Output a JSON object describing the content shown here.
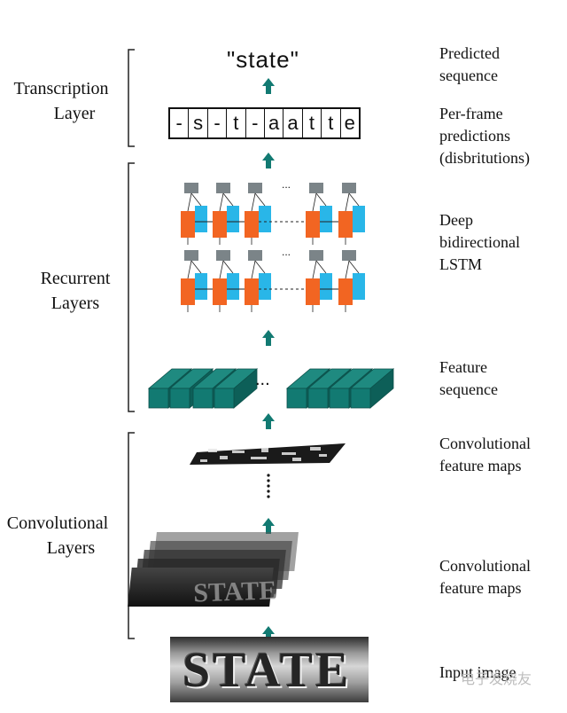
{
  "left_labels": {
    "transcription": [
      "Transcription",
      "Layer"
    ],
    "recurrent": [
      "Recurrent",
      "Layers"
    ],
    "convolutional": [
      "Convolutional",
      "Layers"
    ]
  },
  "right_labels": {
    "predicted": [
      "Predicted",
      "sequence"
    ],
    "per_frame": [
      "Per-frame",
      "predictions",
      "(disbritutions)"
    ],
    "deep": [
      "Deep",
      "bidirectional",
      "LSTM"
    ],
    "feature_seq": [
      "Feature",
      "sequence"
    ],
    "conv_maps_top": [
      "Convolutional",
      "feature maps"
    ],
    "conv_maps_bottom": [
      "Convolutional",
      "feature maps"
    ],
    "input": [
      "Input image"
    ]
  },
  "output_text": "\"state\"",
  "predictions": [
    "-",
    "s",
    "-",
    "t",
    "-",
    "a",
    "a",
    "t",
    "t",
    "e"
  ],
  "ellipsis": "...",
  "image_word": "STATE",
  "watermark": "电子发烧友",
  "colors": {
    "arrow": "#127a72",
    "forward": "#f26522",
    "backward": "#29b6e8",
    "output_cell": "#7b8488",
    "feature": "#127a72"
  }
}
